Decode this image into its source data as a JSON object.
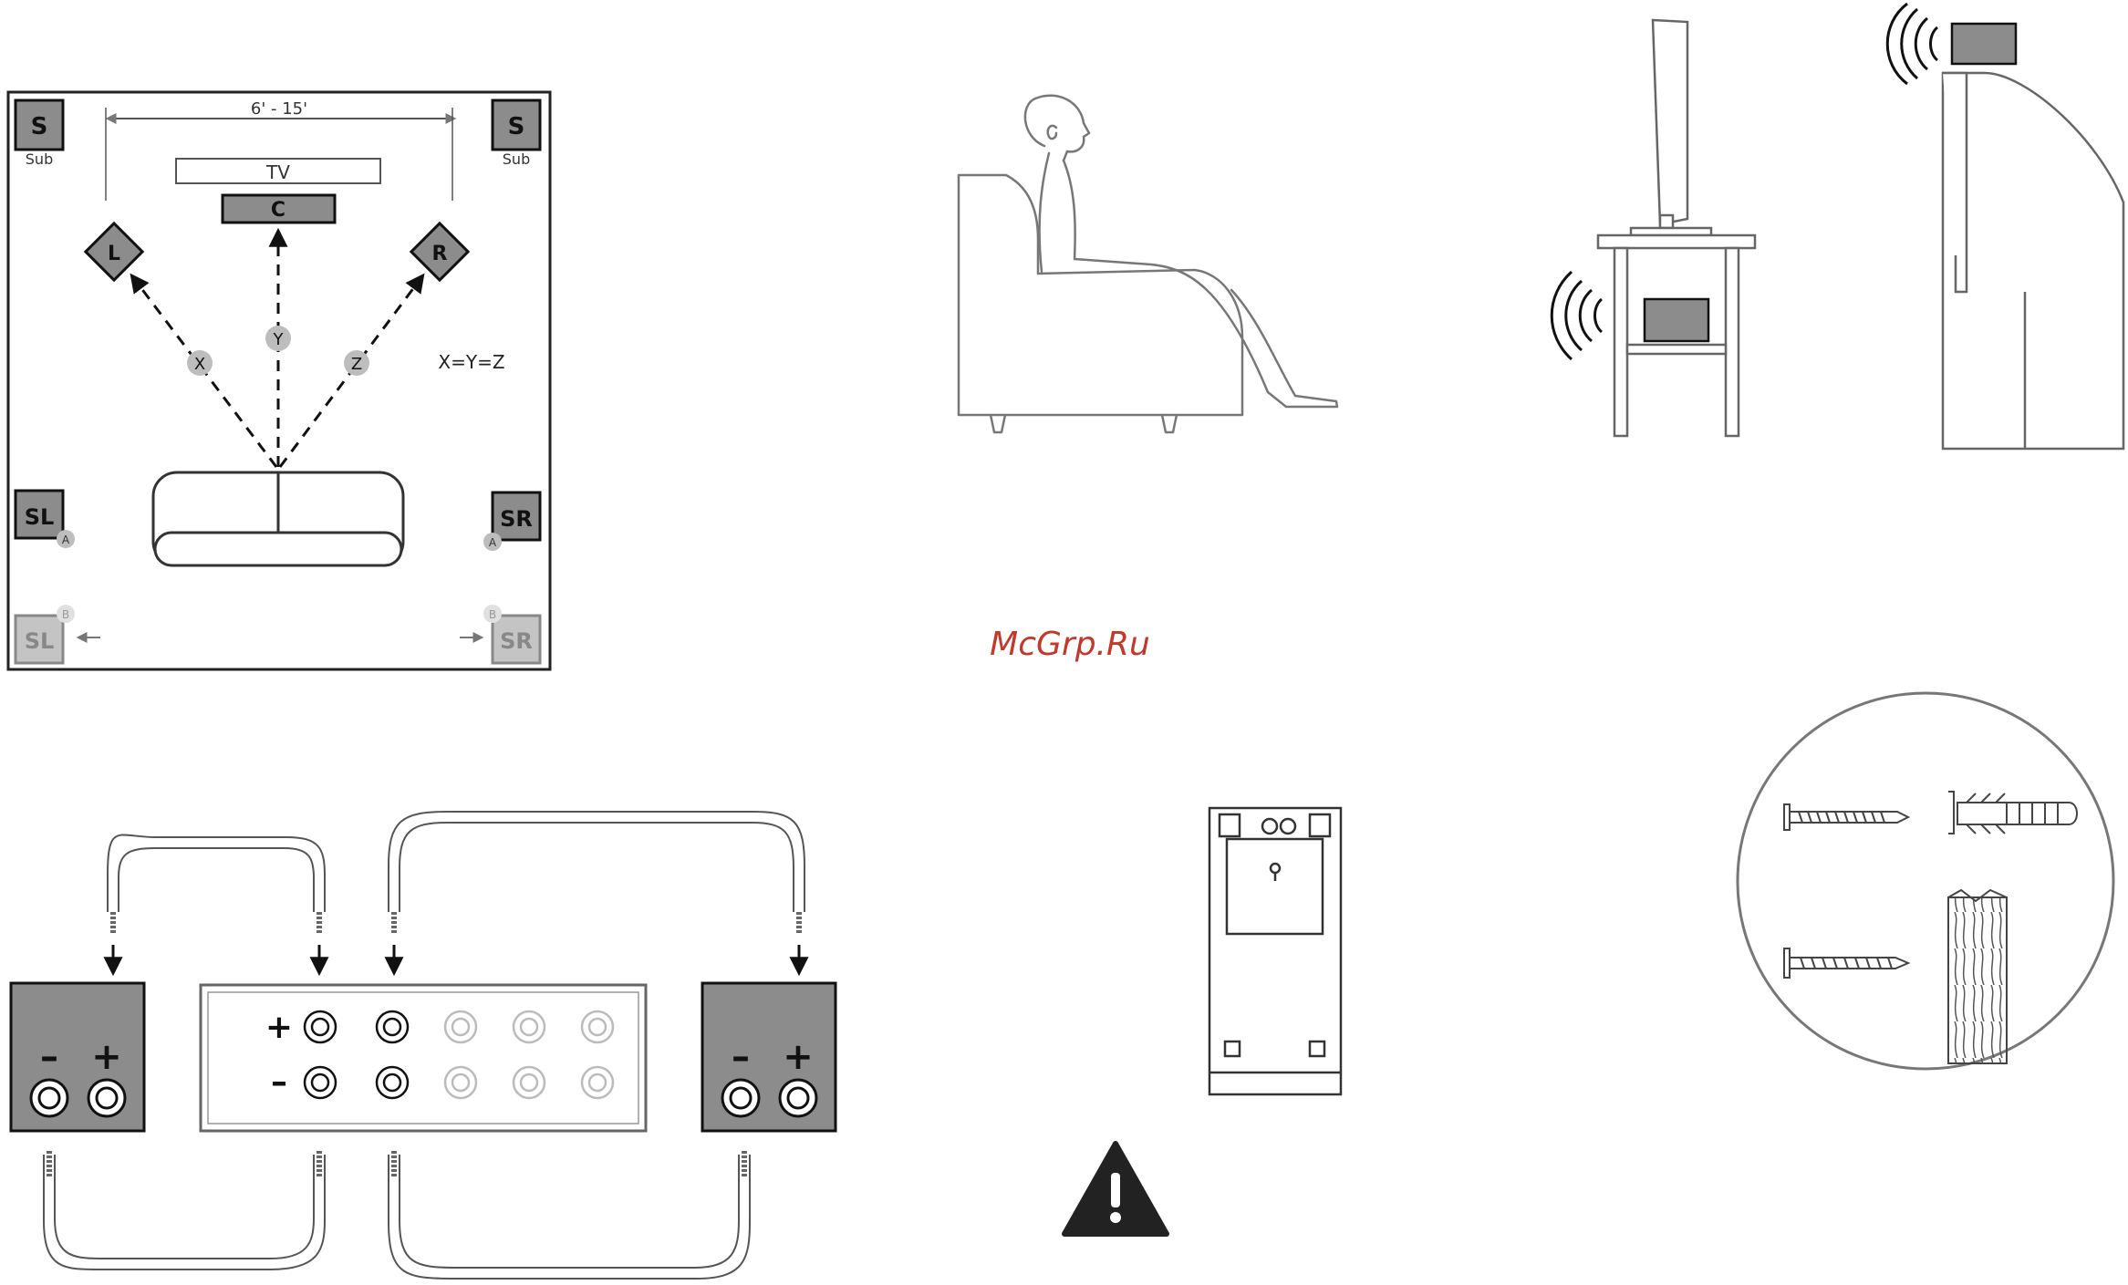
{
  "layout_diagram": {
    "distance_label": "6' - 15'",
    "tv_label": "TV",
    "center_label": "C",
    "left_label": "L",
    "right_label": "R",
    "sub_letter": "S",
    "sub_caption": "Sub",
    "surround_left_label": "SL",
    "surround_right_label": "SR",
    "position_a": "A",
    "position_b": "B",
    "x_label": "X",
    "y_label": "Y",
    "z_label": "Z",
    "equation": "X=Y=Z"
  },
  "watermark": "McGrp.Ru",
  "wiring": {
    "plus_sign": "+",
    "minus_sign": "–"
  },
  "colors": {
    "speaker_fill": "#8c8c8c",
    "speaker_fill_light": "#c4c4c4",
    "marker_fill": "#bdbdbd",
    "watermark": "#c0392b",
    "line": "#2a2a2a"
  }
}
